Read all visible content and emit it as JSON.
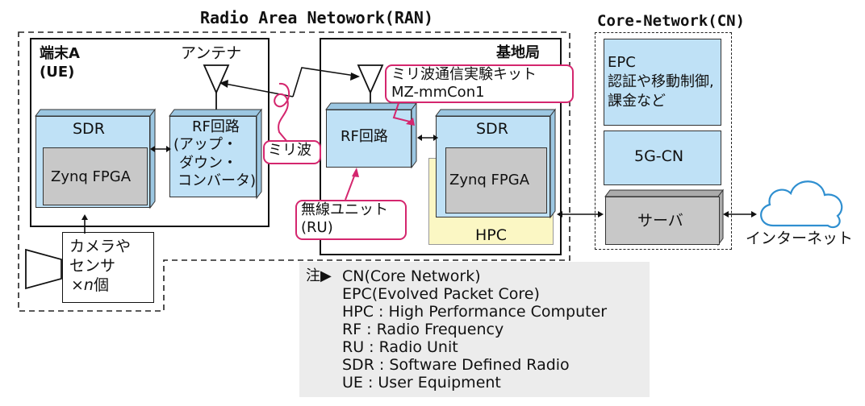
{
  "titles": {
    "ran": "Radio Area Netowork(RAN)",
    "cn": "Core-Network(CN)"
  },
  "ue": {
    "title_line1": "端末A",
    "title_line2": "(UE)",
    "antenna_label": "アンテナ",
    "sdr_label": "SDR",
    "fpga_label": "Zynq FPGA",
    "rf_line1": "RF回路",
    "rf_line2": "(アップ・",
    "rf_line3": "ダウン・",
    "rf_line4": "コンバータ)"
  },
  "camera": {
    "line1": "カメラや",
    "line2": "センサ",
    "line3_prefix": "×",
    "line3_italic": "n",
    "line3_suffix": "個"
  },
  "mmwave_label": "ミリ波",
  "base_station": {
    "title": "基地局",
    "kit_line1": "ミリ波通信実験キット",
    "kit_line2": "MZ-mmCon1",
    "rf_label": "RF回路",
    "sdr_label": "SDR",
    "fpga_label": "Zynq FPGA",
    "hpc_label": "HPC",
    "ru_line1": "無線ユニット",
    "ru_line2": "(RU)"
  },
  "core": {
    "epc_line1": "EPC",
    "epc_line2": "認証や移動制御,",
    "epc_line3": "課金など",
    "cn5g": "5G-CN",
    "server": "サーバ"
  },
  "internet_label": "インターネット",
  "notes": {
    "heading": "注▶",
    "lines": [
      "CN(Core Network)",
      "EPC(Evolved Packet Core)",
      "HPC : High Performance Computer",
      "RF : Radio Frequency",
      "RU : Radio Unit",
      "SDR : Software Defined Radio",
      "UE : User Equipment"
    ]
  },
  "colors": {
    "block_blue": "#bfe1f6",
    "hpc_yellow": "#fbf7c4",
    "server_gray": "#c8c8c8",
    "callout_pink": "#d4266e",
    "notes_bg": "#ececec"
  }
}
